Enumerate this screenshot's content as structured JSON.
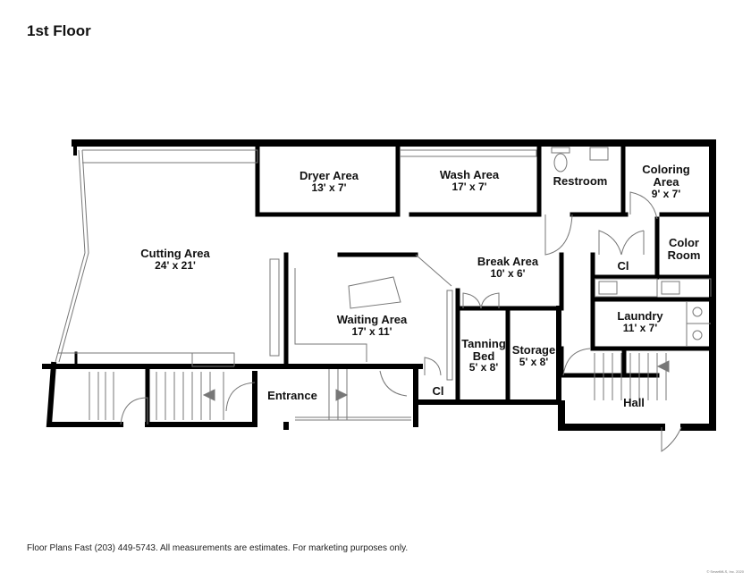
{
  "title": "1st Floor",
  "footer": "Floor Plans Fast (203) 449-5743.  All measurements are estimates.  For marketing purposes only.",
  "copyright": "© SmartMLS, Inc. 2020",
  "rooms": [
    {
      "name": "Cutting Area",
      "dim": "24' x 21'"
    },
    {
      "name": "Dryer Area",
      "dim": "13' x 7'"
    },
    {
      "name": "Wash Area",
      "dim": "17' x 7'"
    },
    {
      "name": "Restroom",
      "dim": ""
    },
    {
      "name": "Coloring Area",
      "line1": "Coloring",
      "line2": "Area",
      "dim": "9' x 7'"
    },
    {
      "name": "Color Room",
      "line1": "Color",
      "line2": "Room"
    },
    {
      "name": "Break Area",
      "dim": "10' x 6'"
    },
    {
      "name": "Cl"
    },
    {
      "name": "Laundry",
      "dim": "11' x 7'"
    },
    {
      "name": "Waiting Area",
      "dim": "17' x 11'"
    },
    {
      "name": "Tanning Bed",
      "line1": "Tanning",
      "line2": "Bed",
      "dim": "5' x 8'"
    },
    {
      "name": "Storage",
      "dim": "5' x 8'"
    },
    {
      "name": "Cl"
    },
    {
      "name": "Entrance"
    },
    {
      "name": "Hall"
    }
  ]
}
